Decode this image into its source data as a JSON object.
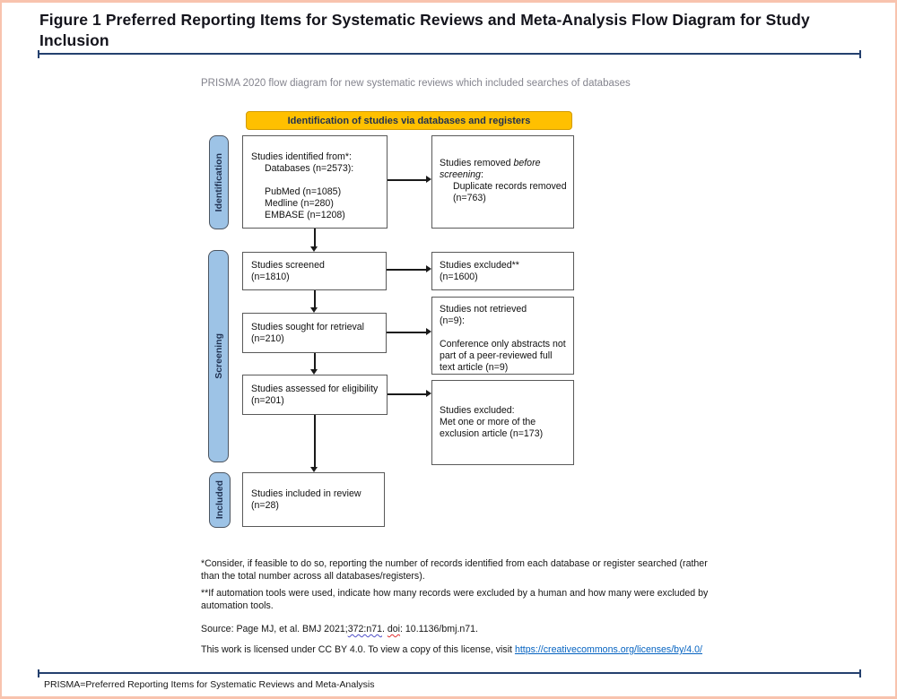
{
  "page": {
    "title": "Figure 1 Preferred Reporting Items for Systematic Reviews and Meta-Analysis Flow Diagram for Study Inclusion",
    "subtitle": "PRISMA 2020 flow diagram for new systematic reviews which included searches of databases",
    "abbrev_note": "PRISMA=Preferred Reporting Items for Systematic Reviews and Meta-Analysis"
  },
  "colors": {
    "frame_pink": "#f8c3ae",
    "rule_navy": "#24406e",
    "banner_fill": "#FFC000",
    "banner_border": "#d29b00",
    "stage_fill": "#9DC3E6",
    "link_blue": "#0563C1"
  },
  "diagram": {
    "banner": "Identification of studies via databases and registers",
    "stages": {
      "identification": "Identification",
      "screening": "Screening",
      "included": "Included"
    },
    "boxes": {
      "identified": {
        "lines": [
          "Studies identified from*:",
          "Databases (n=2573):",
          "",
          "PubMed (n=1085)",
          "Medline (n=280)",
          "EMBASE (n=1208)"
        ]
      },
      "removed": {
        "l1a": "Studies removed ",
        "l1b": "before",
        "l2a": "screening",
        "l2b": ":",
        "l3": "Duplicate records removed",
        "l4": "(n=763)"
      },
      "screened": {
        "l1": "Studies screened",
        "l2": "(n=1810)"
      },
      "excluded_screening": {
        "l1": "Studies excluded**",
        "l2": "(n=1600)"
      },
      "sought": {
        "l1": "Studies sought for retrieval",
        "l2": "(n=210)"
      },
      "not_retrieved": {
        "l1": "Studies not retrieved",
        "l2": "(n=9):",
        "p": "Conference only abstracts not part of a peer-reviewed full text article (n=9)"
      },
      "assessed": {
        "l1": "Studies assessed for eligibility",
        "l2": "(n=201)"
      },
      "excluded_eligibility": {
        "l1": "Studies excluded:",
        "p": "Met one or more of the exclusion article (n=173)"
      },
      "included": {
        "l1": "Studies included in review",
        "l2": "(n=28)"
      }
    }
  },
  "footnotes": {
    "f1": "*Consider, if feasible to do so, reporting the number of records identified from each database or register searched (rather than the total number across all databases/registers).",
    "f2": "**If automation tools were used, indicate how many records were excluded by a human and how many were excluded by automation tools."
  },
  "source": {
    "prefix": "Source: Page MJ, et al. BMJ 2021;",
    "cite": "372:n71",
    "mid": ". ",
    "doi_word": "doi",
    "suffix": ": 10.1136/bmj.n71."
  },
  "license": {
    "text": "This work is licensed under CC BY 4.0. To view a copy of this license, visit ",
    "link": "https://creativecommons.org/licenses/by/4.0/"
  }
}
